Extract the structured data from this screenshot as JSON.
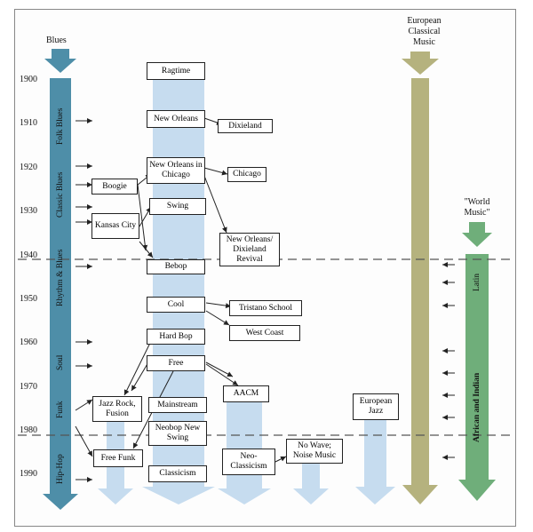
{
  "sources": {
    "blues": "Blues",
    "european_classical": "European Classical Music",
    "world_music": "\"World Music\""
  },
  "years": [
    "1900",
    "1910",
    "1920",
    "1930",
    "1940",
    "1950",
    "1960",
    "1970",
    "1980",
    "1990"
  ],
  "blues_stream": [
    "Folk Blues",
    "Classic Blues",
    "Rhythm & Blues",
    "Soul",
    "Funk",
    "Hip-Hop"
  ],
  "world_stream": [
    "Latin",
    "African and Indian"
  ],
  "styles": {
    "ragtime": "Ragtime",
    "new_orleans": "New Orleans",
    "dixieland": "Dixieland",
    "new_orleans_chicago": "New Orleans in Chicago",
    "chicago": "Chicago",
    "boogie": "Boogie",
    "swing": "Swing",
    "kansas_city": "Kansas City",
    "new_orleans_revival": "New Orleans/ Dixieland Revival",
    "bebop": "Bebop",
    "cool": "Cool",
    "tristano": "Tristano School",
    "west_coast": "West Coast",
    "hard_bop": "Hard Bop",
    "free": "Free",
    "aacm": "AACM",
    "jazz_rock": "Jazz Rock, Fusion",
    "mainstream": "Mainstream",
    "neobop": "Neobop New Swing",
    "free_funk": "Free Funk",
    "neo_classicism": "Neo-Classicism",
    "no_wave": "No Wave; Noise Music",
    "classicism": "Classicism",
    "european_jazz": "European Jazz"
  },
  "colors": {
    "blues": "#4e8ea8",
    "classical": "#b5b27e",
    "world": "#6fae7a",
    "jazz_stream": "#c6dcef",
    "dash": "#555555"
  }
}
